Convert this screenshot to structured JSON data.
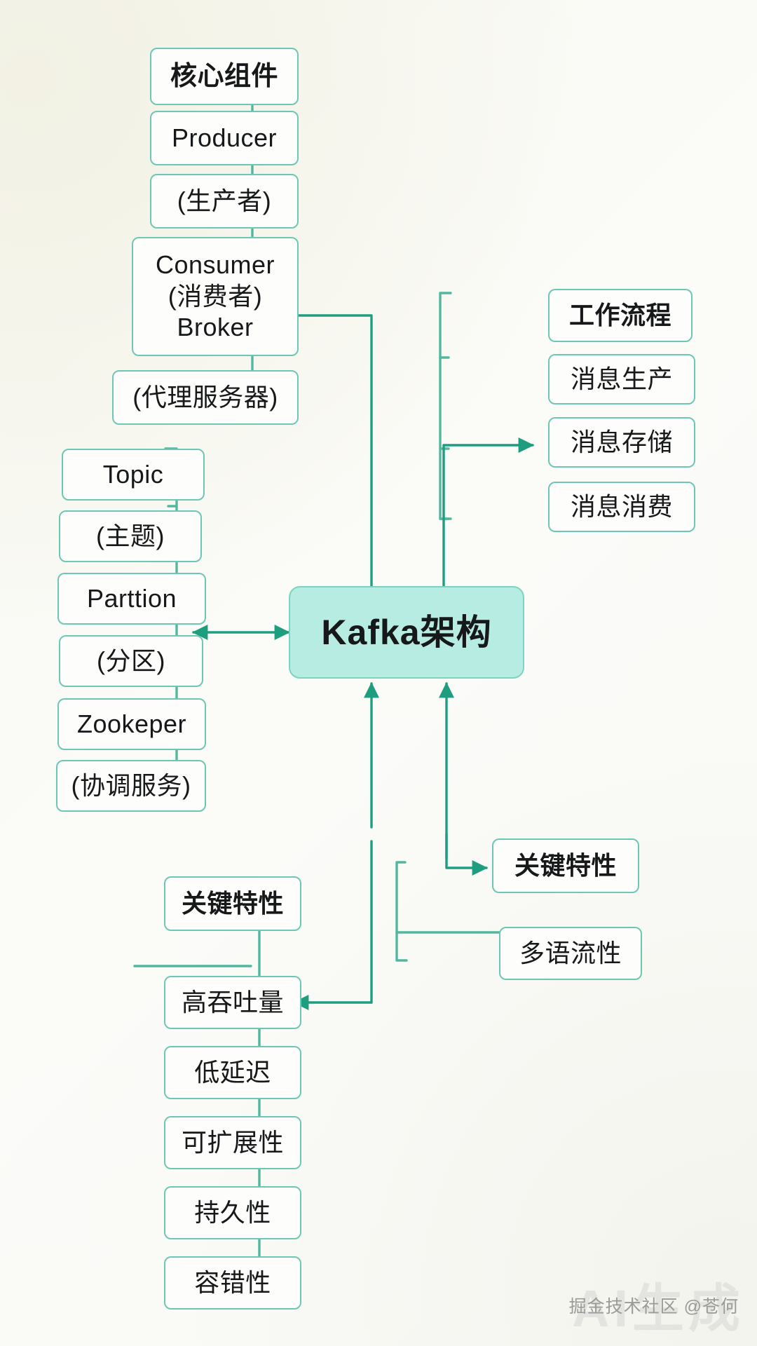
{
  "diagram": {
    "title": "Kafka架构",
    "center": {
      "label": "Kafka架构"
    },
    "colors": {
      "stroke": "#53b79f",
      "stroke_dark": "#1f9e7f",
      "node_border": "#6ec7b4",
      "node_fill": "#fdfdfb",
      "center_fill": "#b6ece2",
      "text": "#16181a",
      "background": "#f8f8f2"
    },
    "branches": [
      {
        "id": "core-components",
        "header": "核心组件",
        "items": [
          "Producer",
          "(生产者)",
          "Consumer\n(消费者)\nBroker",
          "(代理服务器)"
        ]
      },
      {
        "id": "topic-partition",
        "header": "",
        "items": [
          "Topic",
          "(主题)",
          "Parttion",
          "(分区)",
          "Zookeper",
          "(协调服务)"
        ]
      },
      {
        "id": "workflow",
        "header": "工作流程",
        "items": [
          "消息生产",
          "消息存储",
          "消息消费"
        ]
      },
      {
        "id": "key-features-right",
        "header": "关键特性",
        "items": [
          "多语流性"
        ]
      },
      {
        "id": "key-features-bottom",
        "header": "关键特性",
        "items": [
          "高吞吐量",
          "低延迟",
          "可扩展性",
          "持久性",
          "容错性"
        ]
      }
    ],
    "nodes": {
      "core_header": "核心组件",
      "core_producer": "Producer",
      "core_producer_cn": "(生产者)",
      "core_consumer_block_l1": "Consumer",
      "core_consumer_block_l2": "(消费者)",
      "core_consumer_block_l3": "Broker",
      "core_broker_cn": "(代理服务器)",
      "topic": "Topic",
      "topic_cn": "(主题)",
      "partition": "Parttion",
      "partition_cn": "(分区)",
      "zookeeper": "Zookeper",
      "zookeeper_cn": "(协调服务)",
      "center": "Kafka架构",
      "wf_header": "工作流程",
      "wf_1": "消息生产",
      "wf_2": "消息存储",
      "wf_3": "消息消费",
      "kf_right_header": "关键特性",
      "kf_right_1": "多语流性",
      "kf_bottom_header": "关键特性",
      "kf_bottom_1": "高吞吐量",
      "kf_bottom_2": "低延迟",
      "kf_bottom_3": "可扩展性",
      "kf_bottom_4": "持久性",
      "kf_bottom_5": "容错性"
    },
    "watermarks": {
      "background_text": "AI生成",
      "credit_text": "掘金技术社区 @苍何"
    }
  }
}
